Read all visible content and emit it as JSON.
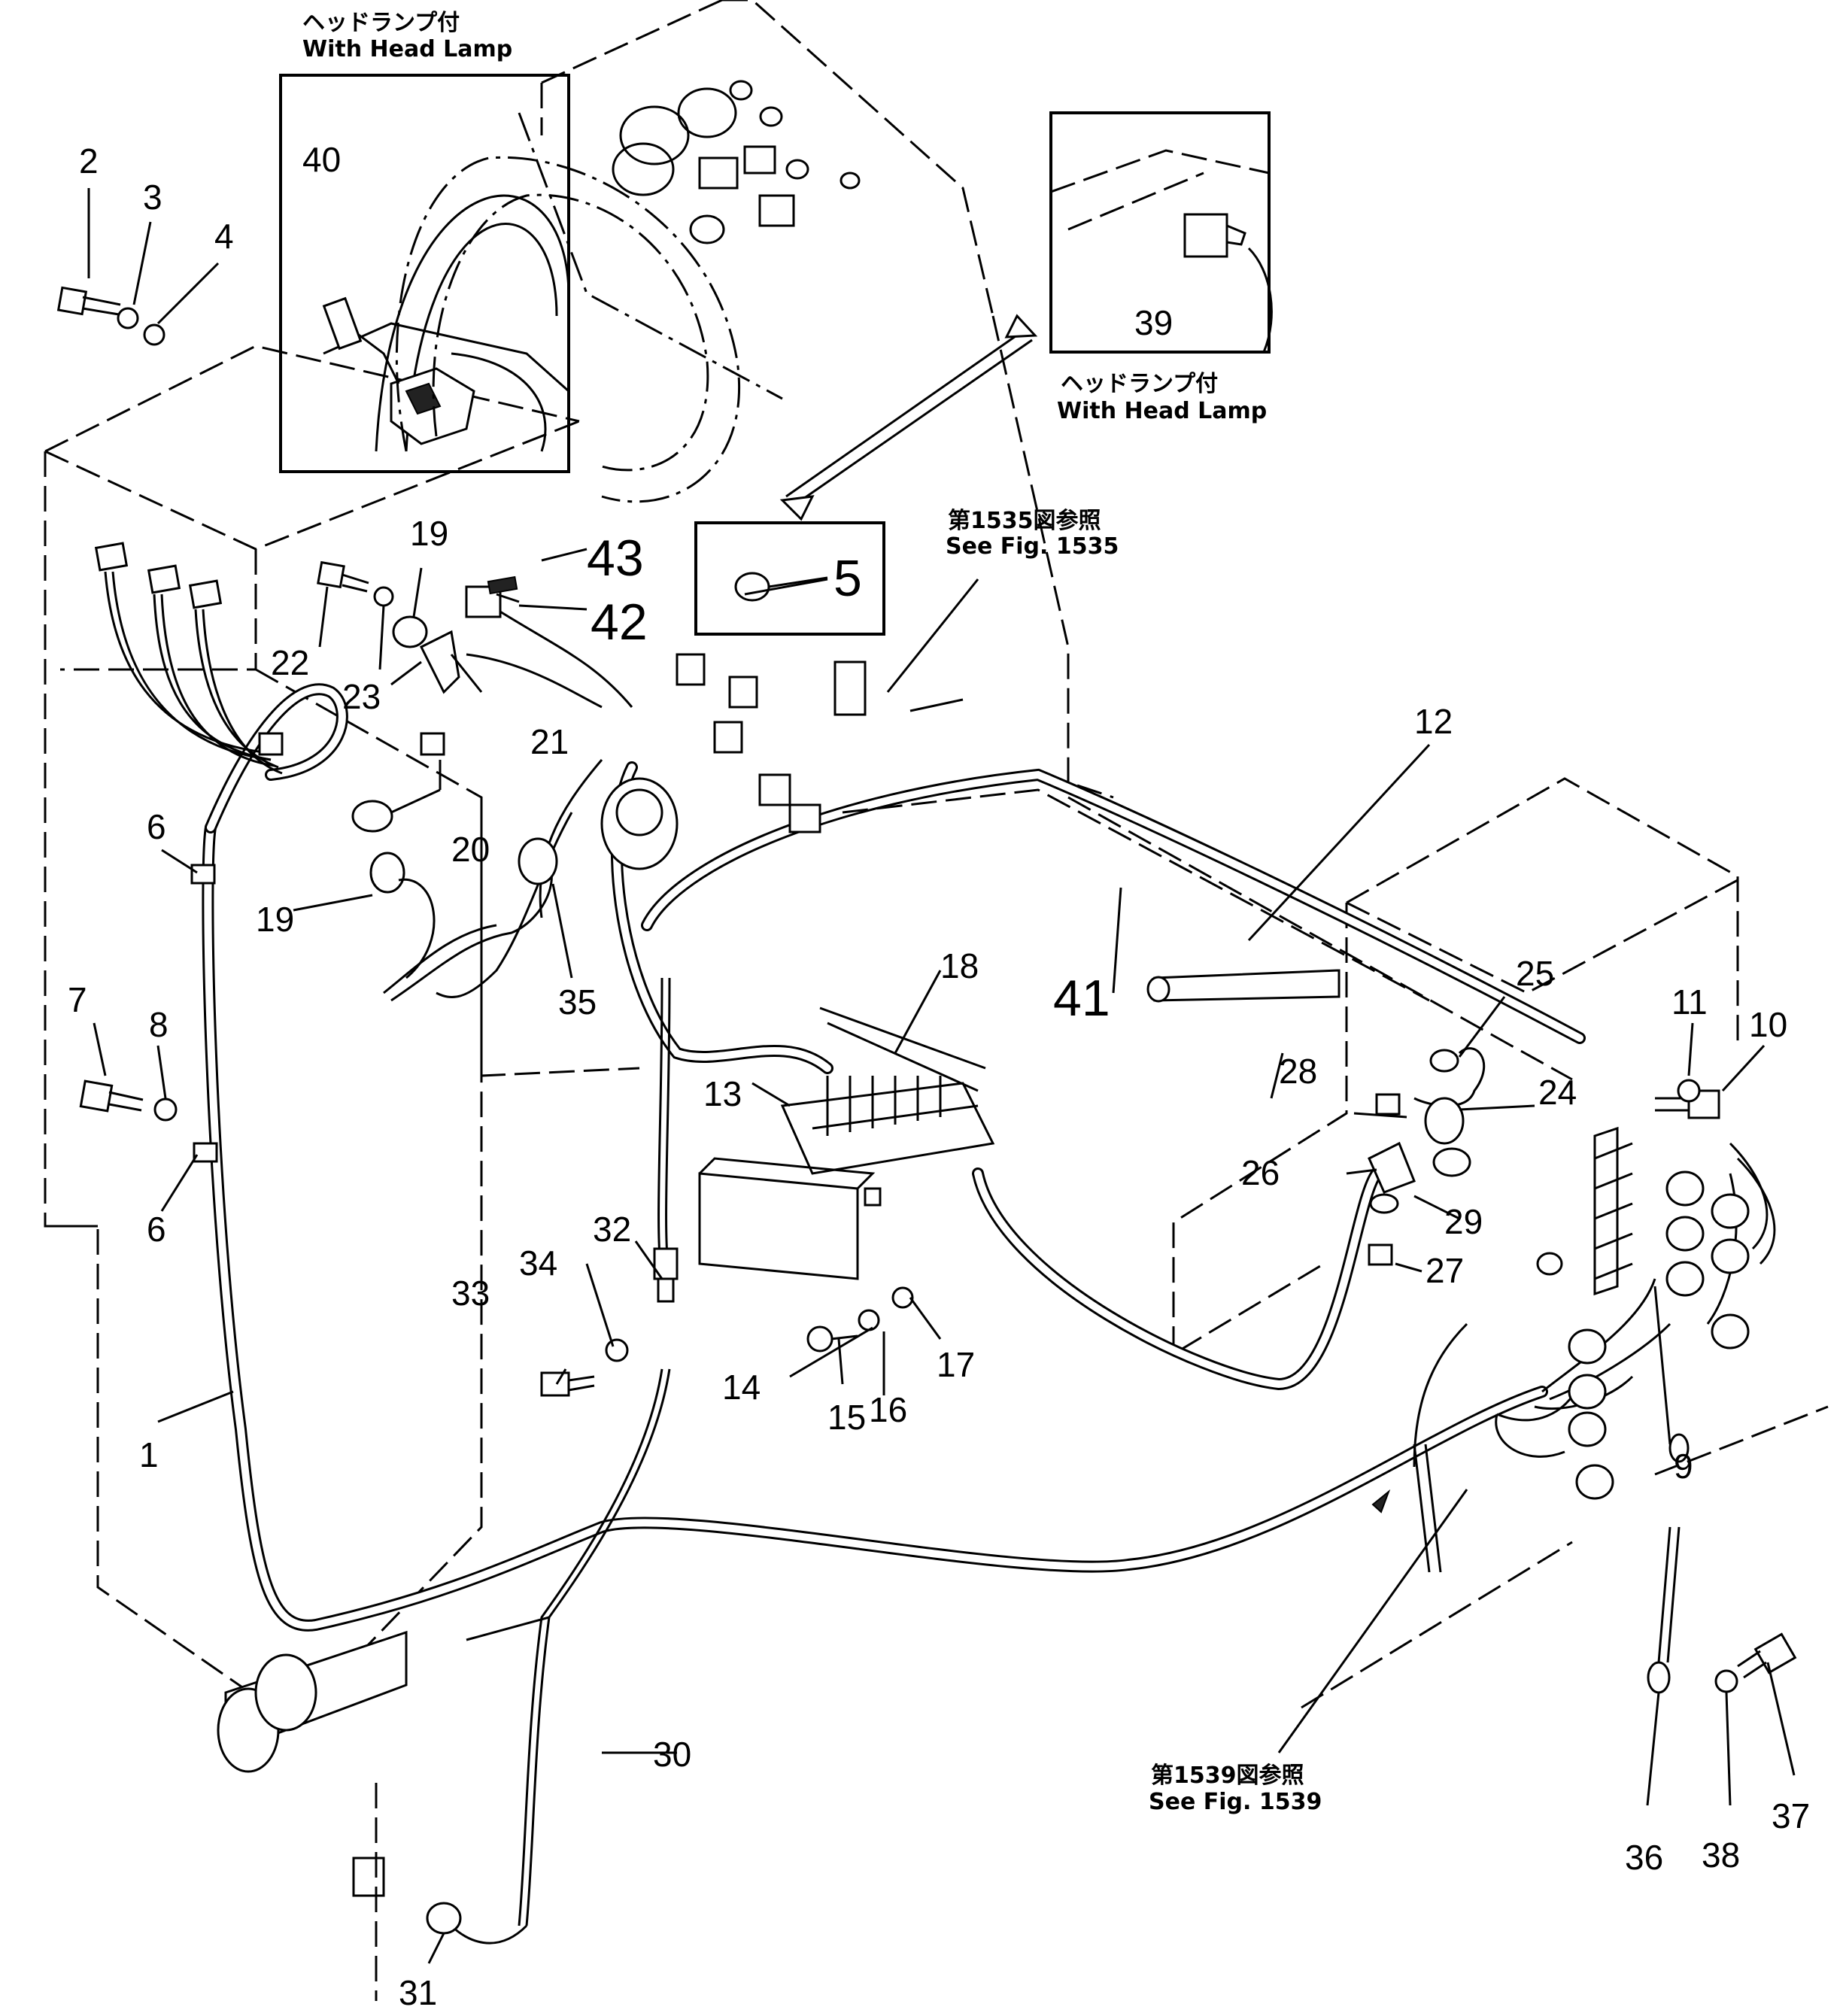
{
  "captions": {
    "head_lamp_top_jp": "ヘッドランプ付",
    "head_lamp_top_en": "With Head Lamp",
    "head_lamp_right_jp": "ヘッドランプ付",
    "head_lamp_right_en": "With Head Lamp",
    "see_1535_jp": "第1535図参照",
    "see_1535_en": "See Fig. 1535",
    "see_1539_jp": "第1539図参照",
    "see_1539_en": "See Fig. 1539"
  },
  "part_numbers": {
    "p1": "1",
    "p2": "2",
    "p3": "3",
    "p4": "4",
    "p5": "5",
    "p6a": "6",
    "p6b": "6",
    "p7": "7",
    "p8": "8",
    "p9": "9",
    "p10": "10",
    "p11": "11",
    "p12": "12",
    "p13": "13",
    "p14": "14",
    "p15": "15",
    "p16": "16",
    "p17": "17",
    "p18": "18",
    "p19a": "19",
    "p19b": "19",
    "p20": "20",
    "p21": "21",
    "p22": "22",
    "p23": "23",
    "p24": "24",
    "p25": "25",
    "p26": "26",
    "p27": "27",
    "p28": "28",
    "p29": "29",
    "p30": "30",
    "p31": "31",
    "p32": "32",
    "p33": "33",
    "p34": "34",
    "p35": "35",
    "p36": "36",
    "p37": "37",
    "p38": "38",
    "p39": "39",
    "p40": "40",
    "p41": "41",
    "p42": "42",
    "p43": "43"
  }
}
